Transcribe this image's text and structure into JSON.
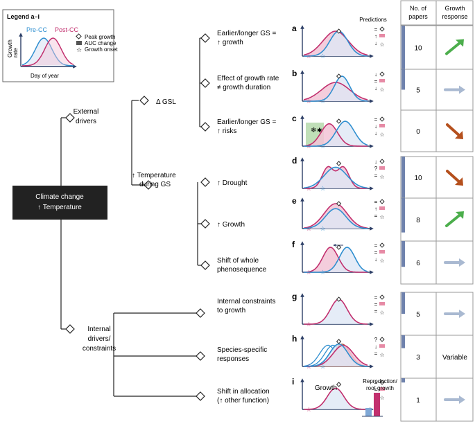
{
  "legend": {
    "title": "Legend a–i",
    "pre_cc": "Pre-CC",
    "post_cc": "Post-CC",
    "y_label_1": "Growth",
    "y_label_2": "rate",
    "x_label": "Day of year",
    "peak": "Peak growth",
    "auc": "AUC change",
    "onset": "Growth onset"
  },
  "colors": {
    "pre_cc": "#2f8fd0",
    "post_cc": "#c2306e",
    "pre_fill": "#dfe7f5",
    "post_fill": "#f2c4d6",
    "axis": "#2c3e66",
    "up": "#4cae4c",
    "flat": "#a9b9d1",
    "down": "#b5501d"
  },
  "root": {
    "line1": "Climate change",
    "line2": "↑ Temperature"
  },
  "external": {
    "line1": "External",
    "line2": "drivers"
  },
  "internal": {
    "line1": "Internal",
    "line2": "drivers/",
    "line3": "constraints"
  },
  "delta_gsl": "Δ GSL",
  "temp_gs": {
    "line1": "↑ Temperature",
    "line2": "during GS"
  },
  "predictions_label": "Predictions",
  "header": {
    "papers_1": "No. of",
    "papers_2": "papers",
    "response_1": "Growth",
    "response_2": "response"
  },
  "rows": [
    {
      "letter": "a",
      "lines": [
        "Earlier/longer GS =",
        "↑ growth"
      ],
      "papers": "10",
      "response": "up",
      "preds": [
        "=",
        "↑",
        "↓"
      ]
    },
    {
      "letter": "b",
      "lines": [
        "Effect of growth rate",
        "≠ growth duration"
      ],
      "papers": "5",
      "response": "flat",
      "preds": [
        "↓",
        "=",
        "↓"
      ]
    },
    {
      "letter": "c",
      "lines": [
        "Earlier/longer GS =",
        "↑ risks"
      ],
      "papers": "0",
      "response": "down",
      "preds": [
        "=",
        "↓",
        "↓"
      ]
    },
    {
      "letter": "d",
      "lines": [
        "↑ Drought"
      ],
      "papers": "10",
      "response": "down",
      "preds": [
        "↓",
        "?",
        "="
      ]
    },
    {
      "letter": "e",
      "lines": [
        "↑ Growth"
      ],
      "papers": "8",
      "response": "up",
      "preds": [
        "=",
        "↑",
        "="
      ]
    },
    {
      "letter": "f",
      "lines": [
        "Shift of whole",
        "phenosequence"
      ],
      "papers": "6",
      "response": "flat",
      "preds": [
        "=",
        "=",
        "↓"
      ]
    },
    {
      "letter": "g",
      "lines": [
        "Internal constraints",
        "to growth"
      ],
      "papers": "5",
      "response": "flat",
      "preds": [
        "=",
        "=",
        "="
      ]
    },
    {
      "letter": "h",
      "lines": [
        "Species-specific",
        "responses"
      ],
      "papers": "3",
      "response": "Variable",
      "preds": [
        "?",
        "↓",
        "="
      ]
    },
    {
      "letter": "i",
      "lines": [
        "Shift in allocation",
        "(↑ other function)"
      ],
      "papers": "1",
      "response": "flat",
      "preds": [
        "=",
        "=",
        "="
      ]
    }
  ],
  "panel_i": {
    "growth": "Growth",
    "repro_1": "Reproduction/",
    "repro_2": "root growth"
  }
}
